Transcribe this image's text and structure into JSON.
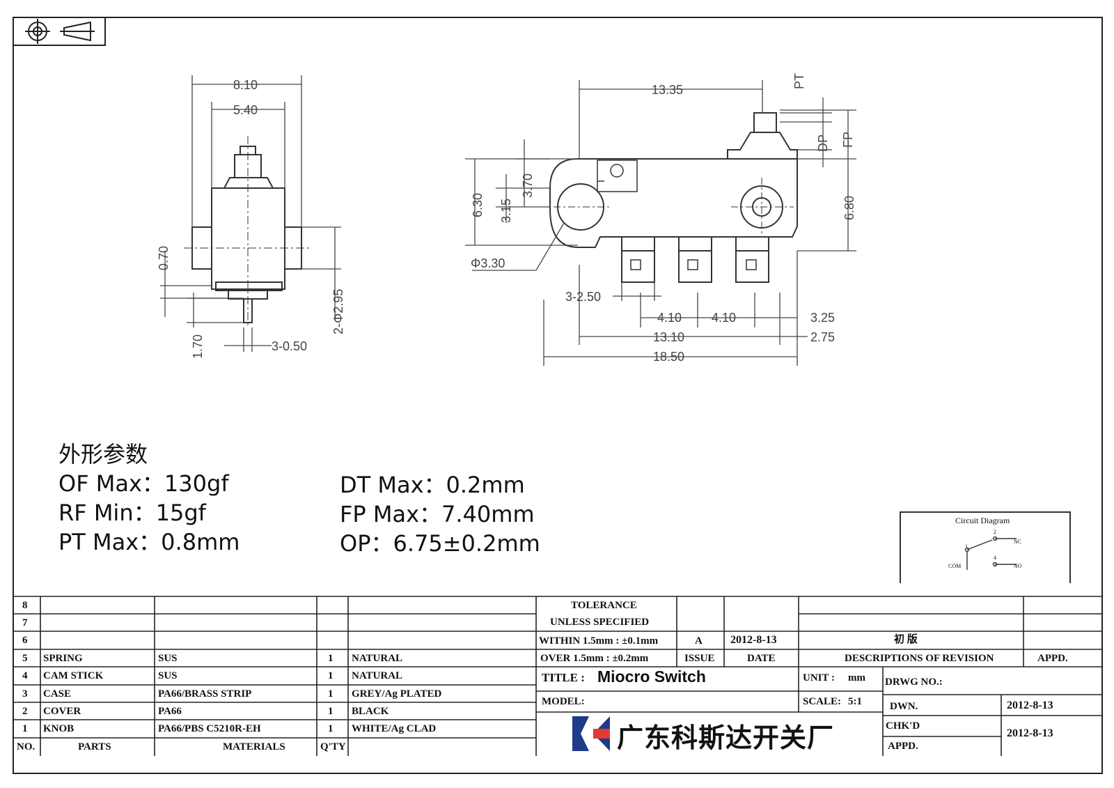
{
  "dimensions_front": {
    "width_total": "8.10",
    "width_inner": "5.40",
    "height_070": "0.70",
    "height_170": "1.70",
    "pin": "3-0.50",
    "holes": "2-Φ2.95"
  },
  "dimensions_side": {
    "length_1335": "13.35",
    "pt": "PT",
    "dp": "DP",
    "fp": "FP",
    "h_630": "6.30",
    "h_315": "3.15",
    "h_370": "3.70",
    "h_680": "6.80",
    "dia_330": "Φ3.30",
    "term_250": "3-2.50",
    "pitch_a": "4.10",
    "pitch_b": "4.10",
    "d_325": "3.25",
    "d_1310": "13.10",
    "d_275": "2.75",
    "d_1850": "18.50"
  },
  "specs": {
    "title": "外形参数",
    "of_max": "OF Max：130gf",
    "rf_min": "RF Min：15gf",
    "pt_max": "PT Max：0.8mm",
    "dt_max": "DT Max：0.2mm",
    "fp_max": "FP Max：7.40mm",
    "op": "OP：6.75±0.2mm"
  },
  "circuit": {
    "title": "Circuit Diagram",
    "pin1": "1",
    "pin2": "2",
    "pin4": "4",
    "com": "COM",
    "nc": "NC",
    "no": "NO"
  },
  "bom": {
    "rows": [
      {
        "no": "8",
        "part": "",
        "material": "",
        "qty": "",
        "finish": ""
      },
      {
        "no": "7",
        "part": "",
        "material": "",
        "qty": "",
        "finish": ""
      },
      {
        "no": "6",
        "part": "",
        "material": "",
        "qty": "",
        "finish": ""
      },
      {
        "no": "5",
        "part": "SPRING",
        "material": "SUS",
        "qty": "1",
        "finish": "NATURAL"
      },
      {
        "no": "4",
        "part": "CAM STICK",
        "material": "SUS",
        "qty": "1",
        "finish": "NATURAL"
      },
      {
        "no": "3",
        "part": "CASE",
        "material": "PA66/BRASS STRIP",
        "qty": "1",
        "finish": "GREY/Ag PLATED"
      },
      {
        "no": "2",
        "part": "COVER",
        "material": "PA66",
        "qty": "1",
        "finish": "BLACK"
      },
      {
        "no": "1",
        "part": "KNOB",
        "material": "PA66/PBS C5210R-EH",
        "qty": "1",
        "finish": "WHITE/Ag CLAD"
      }
    ],
    "head_no": "NO.",
    "head_parts": "PARTS",
    "head_materials": "MATERIALS",
    "head_qty": "Q'TY"
  },
  "titleblock": {
    "tolerance_1": "TOLERANCE",
    "tolerance_2": "UNLESS  SPECIFIED",
    "within": "WITHIN 1.5mm : ±0.1mm",
    "over": "OVER 1.5mm : ±0.2mm",
    "issue_val": "A",
    "date_val": "2012-8-13",
    "rev_val": "初 版",
    "issue": "ISSUE",
    "date": "DATE",
    "desc_rev": "DESCRIPTIONS  OF  REVISION",
    "appd_head": "APPD.",
    "title_label": "TITLE :",
    "title_val": "Miocro Switch",
    "unit_label": "UNIT :",
    "unit_val": "mm",
    "drwg_no": "DRWG NO.:",
    "model_label": "MODEL:",
    "scale_label": "SCALE:",
    "scale_val": "5:1",
    "dwn": "DWN.",
    "dwn_date": "2012-8-13",
    "chkd": "CHK'D",
    "chkd_date": "2012-8-13",
    "appd": "APPD.",
    "company": "广东科斯达开关厂",
    "logo_color": "#1e3a8a",
    "logo_accent": "#e53935"
  }
}
